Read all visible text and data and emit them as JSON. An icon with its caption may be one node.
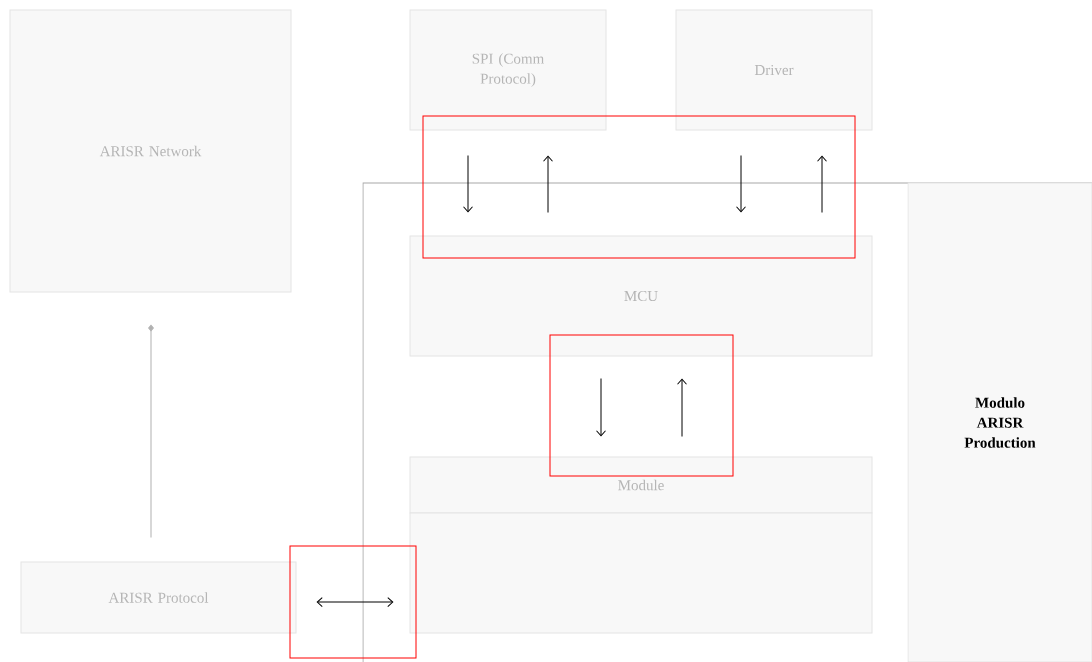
{
  "diagram": {
    "nodes": [
      {
        "text": [
          "ARISR Network"
        ]
      },
      {
        "text": [
          "SPI (Comm Protocol)"
        ]
      },
      {
        "text": [
          "Driver"
        ]
      },
      {
        "text": [
          "MCU"
        ]
      },
      {
        "text": [
          "Modulo ARISR Production"
        ]
      },
      {
        "text": [
          "Module"
        ]
      },
      {
        "text": [],
        "shape": "box"
      },
      {
        "text": [
          "ARISR Protocol"
        ]
      }
    ],
    "edges": [
      {
        "from": 1,
        "to": 3,
        "arrow": "to"
      },
      {
        "from": 3,
        "to": 1,
        "arrow": "to"
      },
      {
        "from": 2,
        "to": 3,
        "arrow": "to"
      },
      {
        "from": 3,
        "to": 2,
        "arrow": "to"
      },
      {
        "from": 3,
        "to": 5,
        "arrow": "to"
      },
      {
        "from": 5,
        "to": 3,
        "arrow": "to"
      },
      {
        "from": 7,
        "to": 6,
        "arrow": "both"
      },
      {
        "from": 7,
        "to": 0,
        "arrow": "other",
        "color": "#b0b0b0"
      }
    ]
  }
}
